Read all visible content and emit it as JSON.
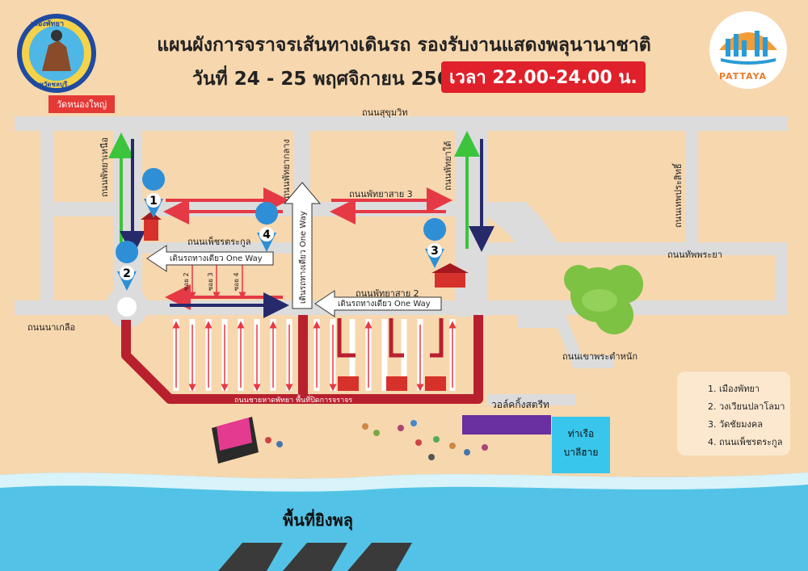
{
  "header": {
    "title_line1": "แผนผังการจราจรเส้นทางเดินรถ รองรับงานแสดงพลุนานาชาติ",
    "title_line2": "วันที่ 24 - 25 พฤศจิกายน 2566",
    "time_badge": "เวลา 22.00-24.00 น.",
    "left_logo_text": "เมืองพัทยา",
    "left_logo_sub": "จังหวัดชลบุรี",
    "right_logo_text": "PATTAYA"
  },
  "places": {
    "temple_tag": "วัดหนองใหญ่",
    "pier_line1": "ท่าเรือ",
    "pier_line2": "บาลีฮาย",
    "fireworks_area": "พื้นที่ยิงพลุ"
  },
  "roads": {
    "sukhumvit": "ถนนสุขุมวิท",
    "pattaya_nuea": "ถนนพัทยาเหนือ",
    "pattaya_klang": "ถนนพัทยากลาง",
    "pattaya_tai": "ถนนพัทยาใต้",
    "thepprasit": "ถนนเทพประสิทธิ์",
    "pattaya_sai3": "ถนนพัทยาสาย 3",
    "phetcharat": "ถนนเพ็ชรตระกูล",
    "thappraya": "ถนนทัพพระยา",
    "pattaya_sai2": "ถนนพัทยาสาย 2",
    "naklua": "ถนนนาเกลือ",
    "beach_road": "ถนนชายหาดพัทยา พื้นที่ปิดการจราจร",
    "khao_phra_tamnak": "ถนนเขาพระตำหนัก",
    "walking_street": "วอล์คกิ้งสตรีท"
  },
  "one_way": {
    "label": "เดินรถทางเดียว One Way",
    "soi2": "ซอย 2",
    "soi3": "ซอย 3",
    "soi4": "ซอย 4"
  },
  "markers": [
    "1",
    "2",
    "3",
    "4"
  ],
  "legend": {
    "items": [
      "1. เมืองพัทยา",
      "2. วงเวียนปลาโลมา",
      "3. วัดชัยมงคล",
      "4. ถนนเพ็ชรตระกูล"
    ]
  },
  "colors": {
    "background": "#f7d7ae",
    "road": "#dcdcdc",
    "closed_road": "#b8202e",
    "arrow_red": "#e53945",
    "arrow_navy": "#262a6b",
    "arrow_green": "#3cc43c",
    "sea": "#52c3e6",
    "marker": "#2f8fd6"
  }
}
